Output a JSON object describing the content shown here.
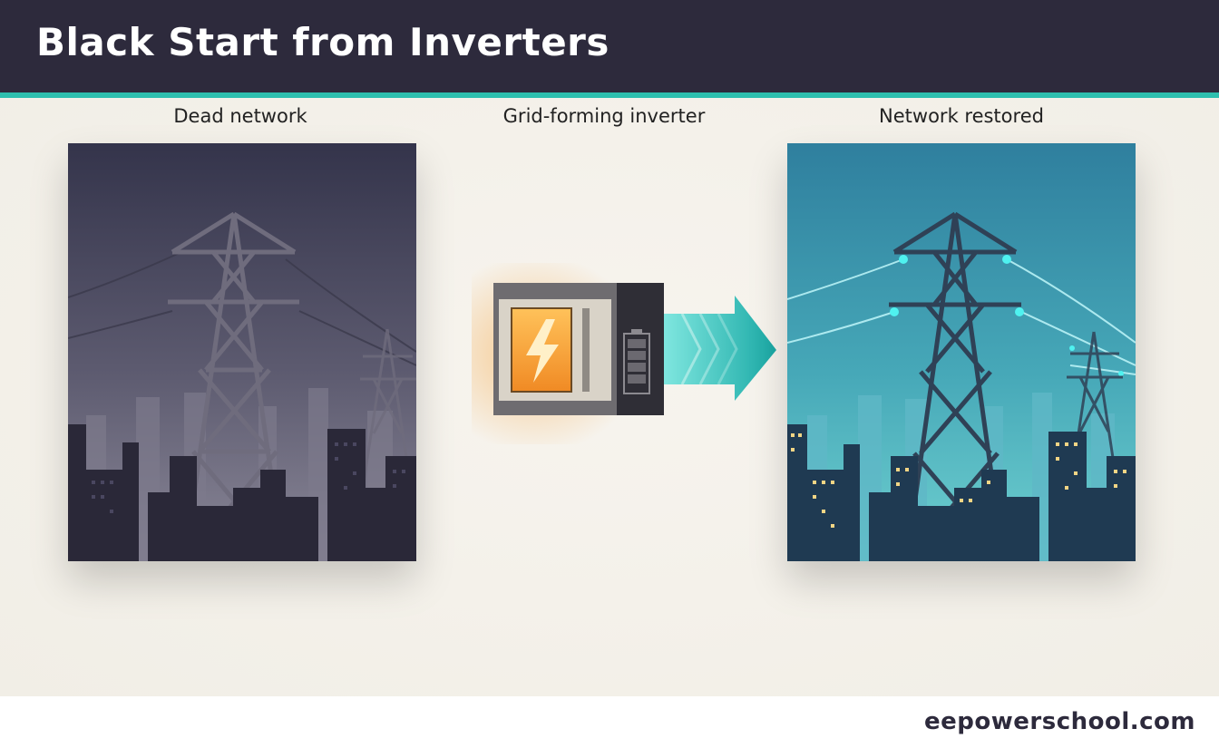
{
  "header": {
    "title": "Black Start from Inverters"
  },
  "labels": {
    "left": "Dead network",
    "middle": "Grid-forming inverter",
    "right": "Network restored"
  },
  "footer": {
    "site": "eepowerschool.com"
  },
  "icons": [
    "transmission-tower-icon",
    "lightning-bolt-icon",
    "battery-icon",
    "arrow-right-icon"
  ],
  "colors": {
    "header_bg": "#2d2a3c",
    "accent_teal": "#2dbfae",
    "dead_sky_top": "#34344b",
    "restored_sky_top": "#2f7f9e",
    "inverter_glow": "#f6a33a"
  }
}
